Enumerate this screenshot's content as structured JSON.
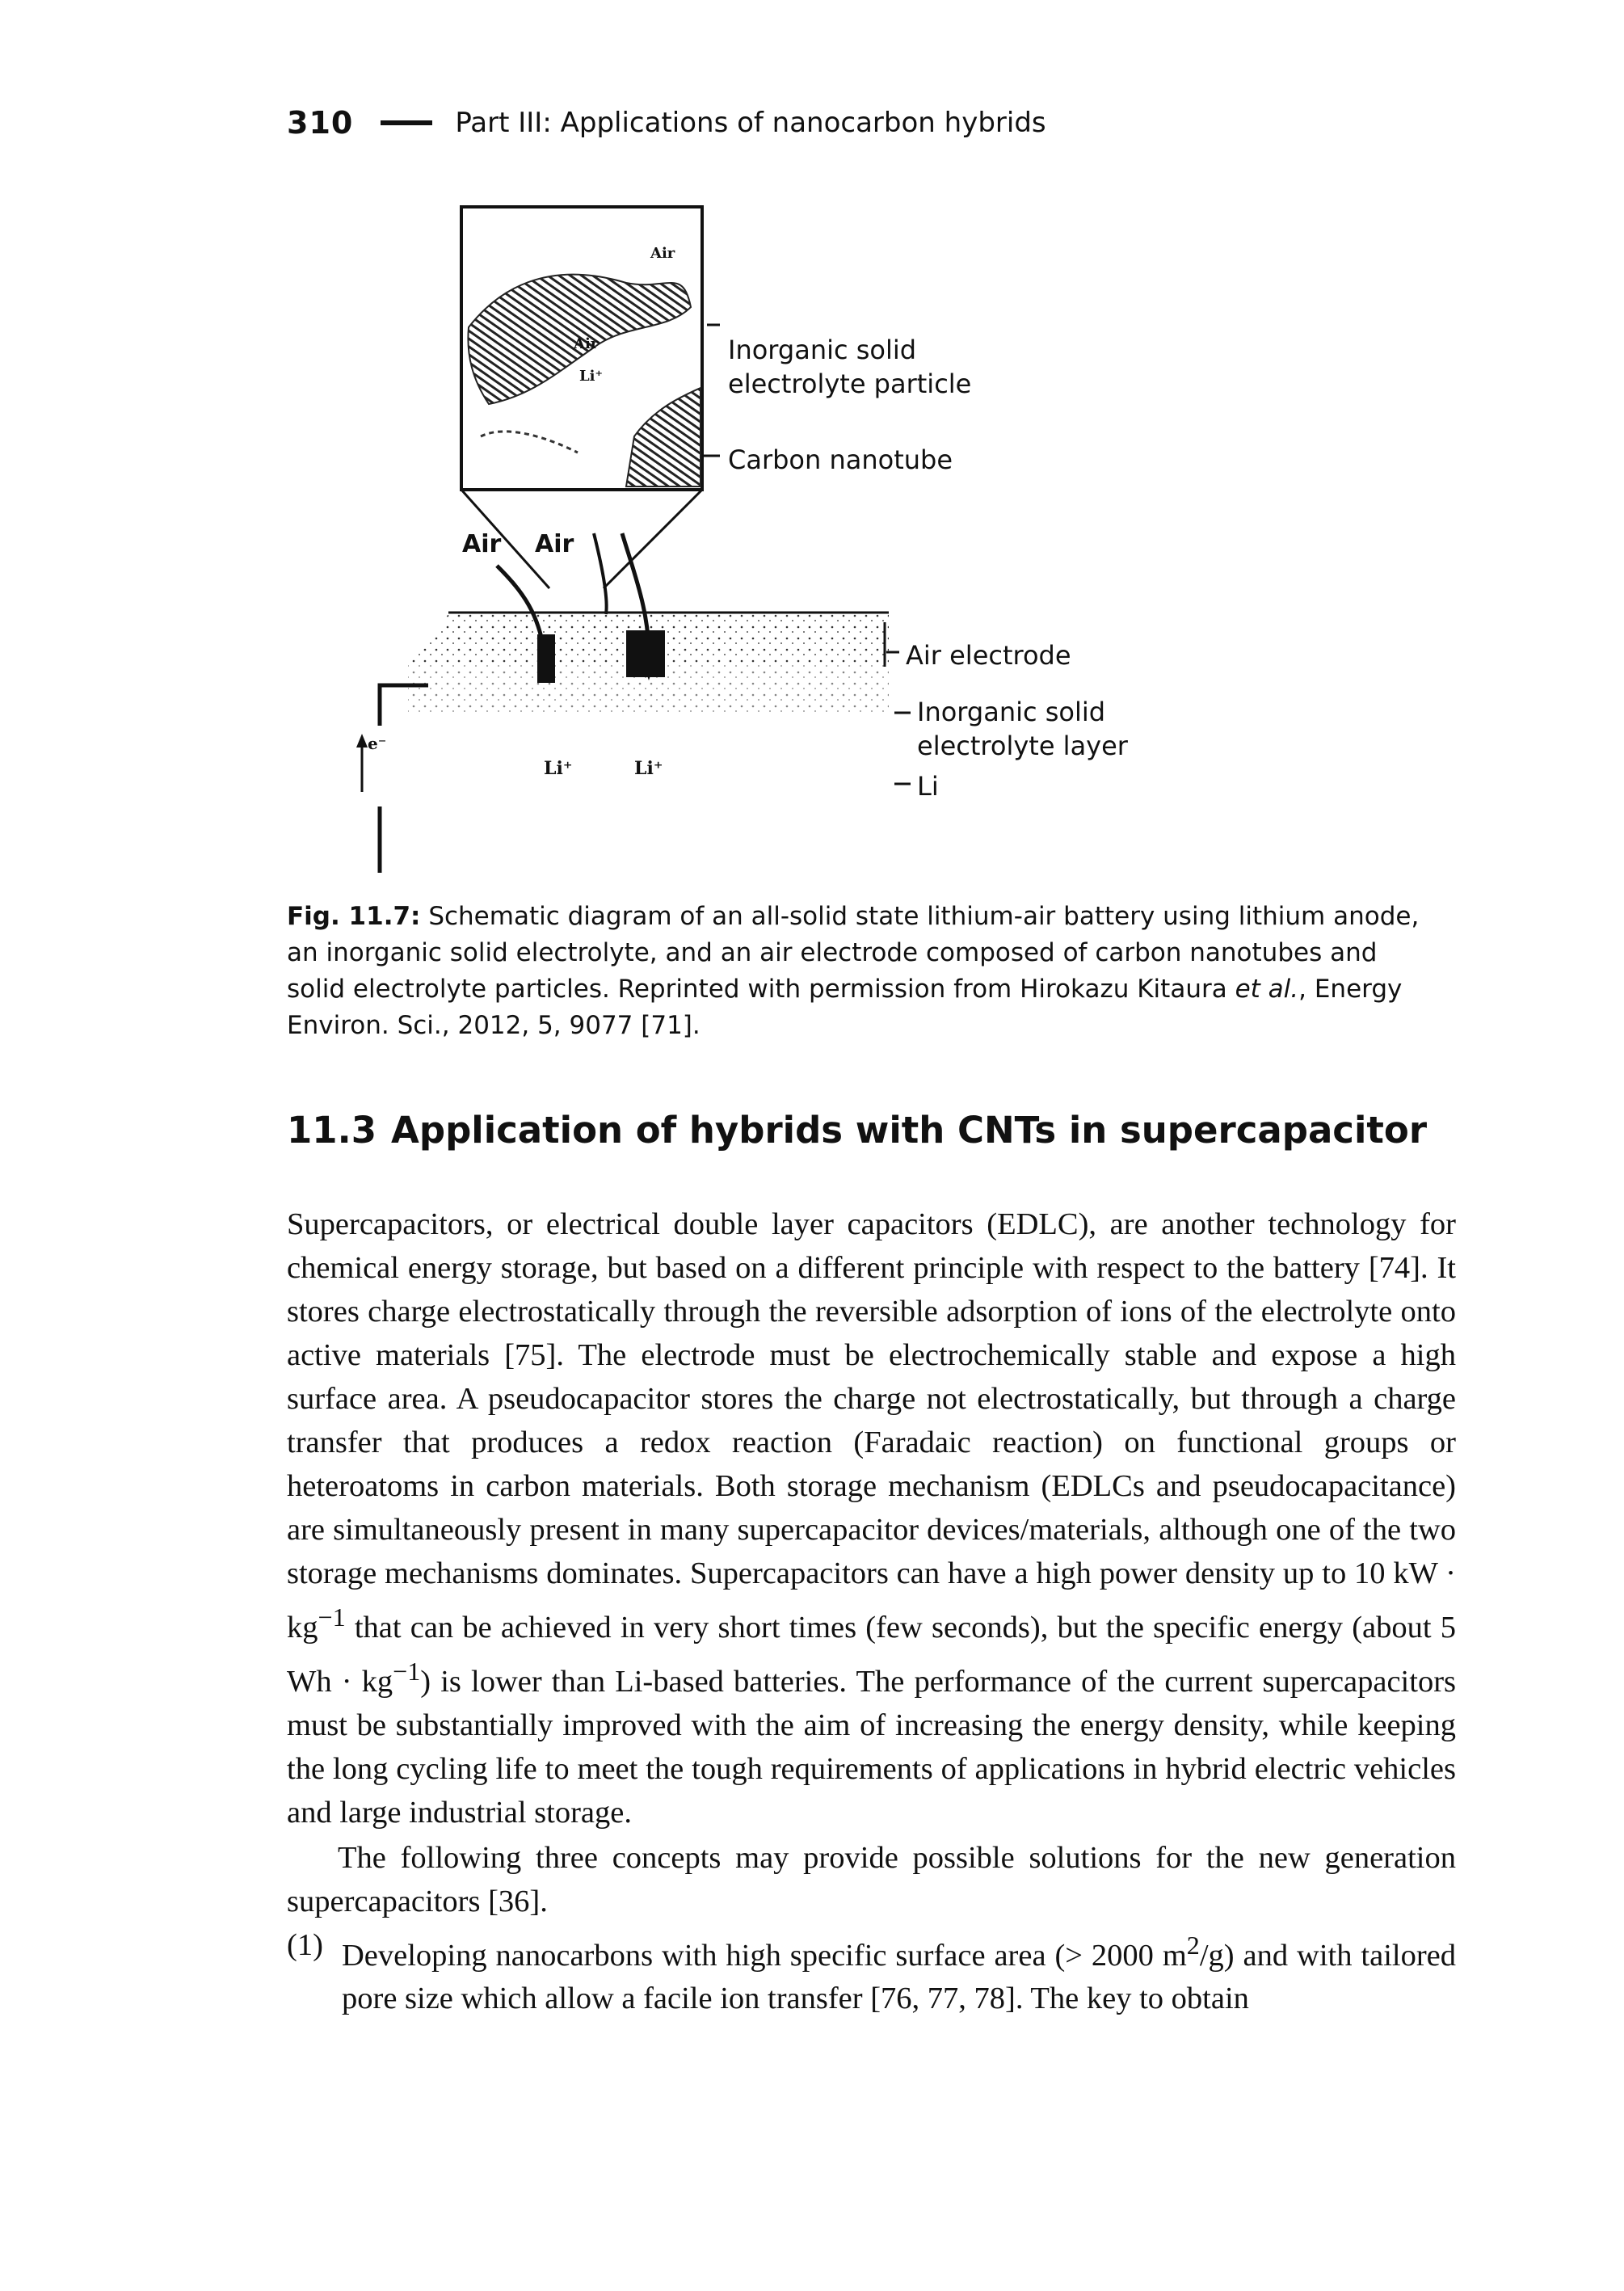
{
  "header": {
    "page_number": "310",
    "running_title": "Part III: Applications of nanocarbon hybrids"
  },
  "figure": {
    "labels": {
      "inorganic_particle": "Inorganic solid\nelectrolyte particle",
      "carbon_nanotube": "Carbon nanotube",
      "air_electrode": "Air electrode",
      "inorganic_layer": "Inorganic solid\nelectrolyte layer",
      "li": "Li",
      "air_left": "Air",
      "air_right": "Air",
      "air_inset_top": "Air",
      "air_inset_mid": "Air",
      "li_ion_inset": "Li⁺",
      "li_ion_left": "Li⁺",
      "li_ion_right": "Li⁺",
      "electron": "e⁻"
    },
    "caption_tag": "Fig. 11.7:",
    "caption_text": "Schematic diagram of an all-solid state lithium-air battery using lithium anode, an inorganic solid electrolyte, and an air electrode composed of carbon nanotubes and solid electrolyte particles. Reprinted with permission from Hirokazu Kitaura ",
    "caption_italic": "et al.",
    "caption_tail": ", Energy Environ. Sci., 2012, 5, 9077 [71]."
  },
  "section": {
    "number": "11.3",
    "title": "Application of hybrids with CNTs in supercapacitor"
  },
  "body": {
    "p1_a": "Supercapacitors, or electrical double layer capacitors (EDLC), are another technology for chemical energy storage, but based on a different principle with respect to the battery [74]. It stores charge electrostatically through the reversible adsorption of ions of the electrolyte onto active materials [75]. The electrode must be electrochemically stable and expose a high surface area. A pseudocapacitor stores the charge not electrostatically, but through a charge transfer that produces a redox reaction (Faradaic reaction) on functional groups or heteroatoms in carbon materials. Both storage mechanism (EDLCs and pseudocapacitance) are simultaneously present in many supercapacitor devices/materials, although one of the two storage mechanisms dominates. Supercapacitors can have a high power density up to 10 kW · kg",
    "p1_sup1": "−1",
    "p1_b": " that can be achieved in very short times (few seconds), but the specific energy (about 5 Wh · kg",
    "p1_sup2": "−1",
    "p1_c": ") is lower than Li-based batteries. The performance of the current supercapacitors must be substantially improved with the aim of increasing the energy density, while keeping the long cycling life to meet the tough requirements of applications in hybrid electric vehicles and large industrial storage.",
    "p2": "The following three concepts may provide possible solutions for the new generation supercapacitors [36].",
    "item1_num": "(1)",
    "item1_a": "Developing nanocarbons with high specific surface area (> 2000 m",
    "item1_sup": "2",
    "item1_b": "/g) and with tailored pore size which allow a facile ion transfer [76, 77, 78]. The key to obtain"
  }
}
